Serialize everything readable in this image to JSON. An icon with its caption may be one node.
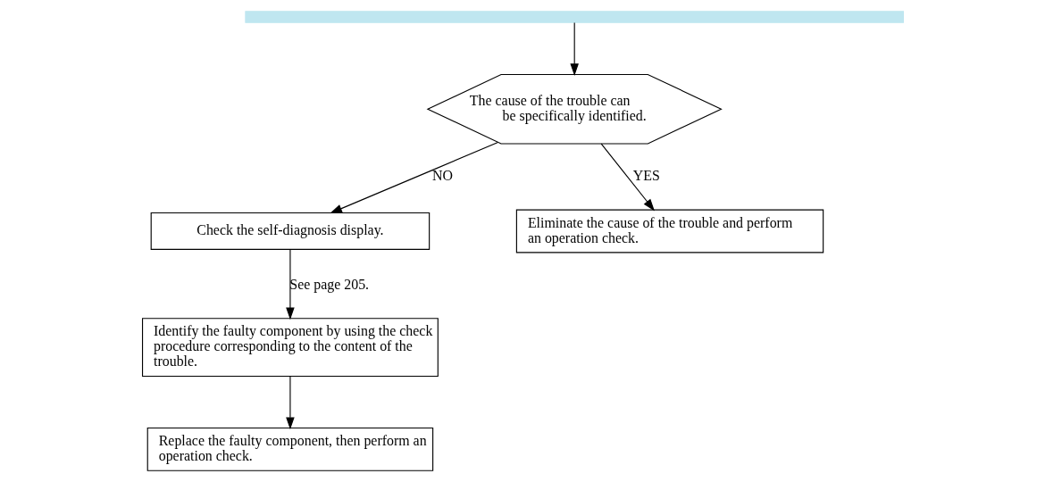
{
  "diagram": {
    "nodes": [
      {
        "text": [],
        "shape": "bar"
      },
      {
        "text": [
          "The cause of the trouble can be specifically identified."
        ]
      },
      {
        "text": [
          "Check the self-diagnosis display."
        ]
      },
      {
        "text": [
          "Eliminate the cause of the trouble and perform an operation check."
        ]
      },
      {
        "text": [
          "Identify the faulty component by using the check procedure corresponding to the content of the trouble."
        ]
      },
      {
        "text": [
          "Replace the faulty component, then perform an operation check."
        ]
      }
    ],
    "edges": [
      {
        "from": 0,
        "to": 1,
        "arrow": "to"
      },
      {
        "from": 1,
        "to": 2,
        "arrow": "to",
        "label": "NO"
      },
      {
        "from": 1,
        "to": 3,
        "arrow": "to",
        "label": "YES"
      },
      {
        "from": 2,
        "to": 4,
        "arrow": "to",
        "label": "See page 205."
      },
      {
        "from": 4,
        "to": 5,
        "arrow": "to"
      }
    ]
  }
}
